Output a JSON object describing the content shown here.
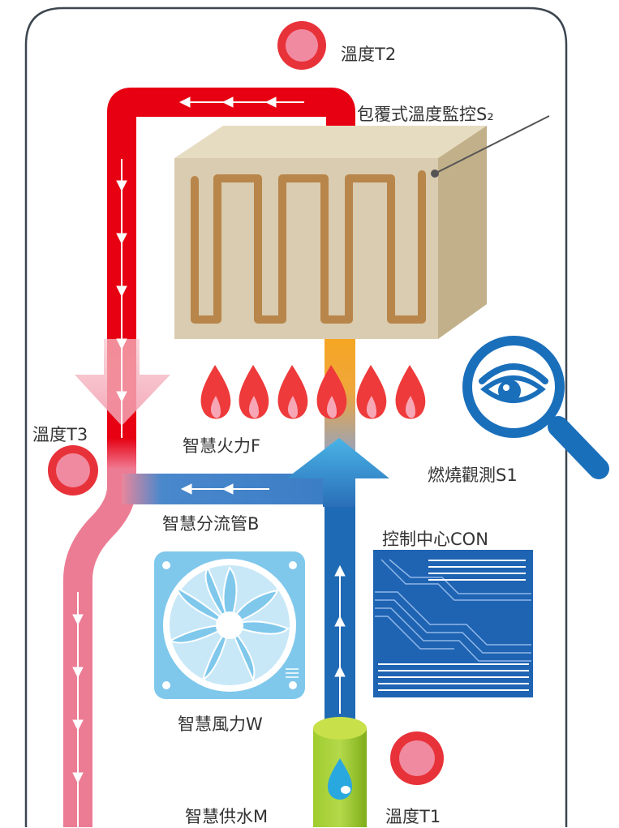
{
  "labels": {
    "temp_t2": "溫度T2",
    "wrap_monitor": "包覆式溫度監控S₂",
    "temp_t3": "溫度T3",
    "smart_fire": "智慧火力F",
    "combustion_watch": "燃燒觀測S1",
    "smart_bypass": "智慧分流管B",
    "control_center": "控制中心CON",
    "smart_wind": "智慧風力W",
    "smart_water": "智慧供水M",
    "temp_t1": "溫度T1"
  },
  "colors": {
    "hot_red": "#e60012",
    "warm_pink": "#e87a90",
    "cold_blue": "#1f6ab5",
    "exchanger_tan": "#d9ccb0",
    "coil_brown": "#b8864a",
    "flame_red": "#ee3a3a",
    "sensor_pink": "#f08aa0",
    "fan_blue": "#7fc8ec",
    "board_blue": "#1f63b3",
    "water_green": "#8dc21f",
    "magnifier_blue": "#1a6fbb"
  },
  "icons": [
    "temperature-sensor-icon",
    "flame-icon",
    "fan-icon",
    "magnifier-eye-icon",
    "circuit-board-icon",
    "water-cylinder-icon"
  ]
}
